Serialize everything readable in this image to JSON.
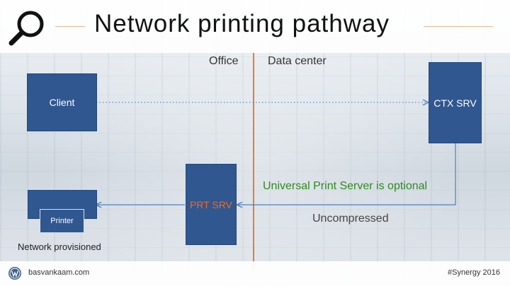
{
  "title": "Network printing pathway",
  "zones": {
    "left": "Office",
    "right": "Data center"
  },
  "nodes": {
    "client": "Client",
    "ctx_srv": "CTX SRV",
    "prt_srv": "PRT SRV",
    "printer": "Printer"
  },
  "annotations": {
    "optional": "Universal Print Server is optional",
    "uncompressed": "Uncompressed",
    "network_provisioned": "Network provisioned"
  },
  "footer": {
    "left": "basvankaam.com",
    "right": "#Synergy 2016"
  },
  "icons": {
    "title": "magnifier-icon",
    "footer": "wordpress-icon"
  },
  "colors": {
    "box": "#30578f",
    "divider": "#ee7a2c",
    "optional_text": "#2f8a1e",
    "prt_text": "#ee6a2a",
    "arrows": "#4d7fbf"
  }
}
